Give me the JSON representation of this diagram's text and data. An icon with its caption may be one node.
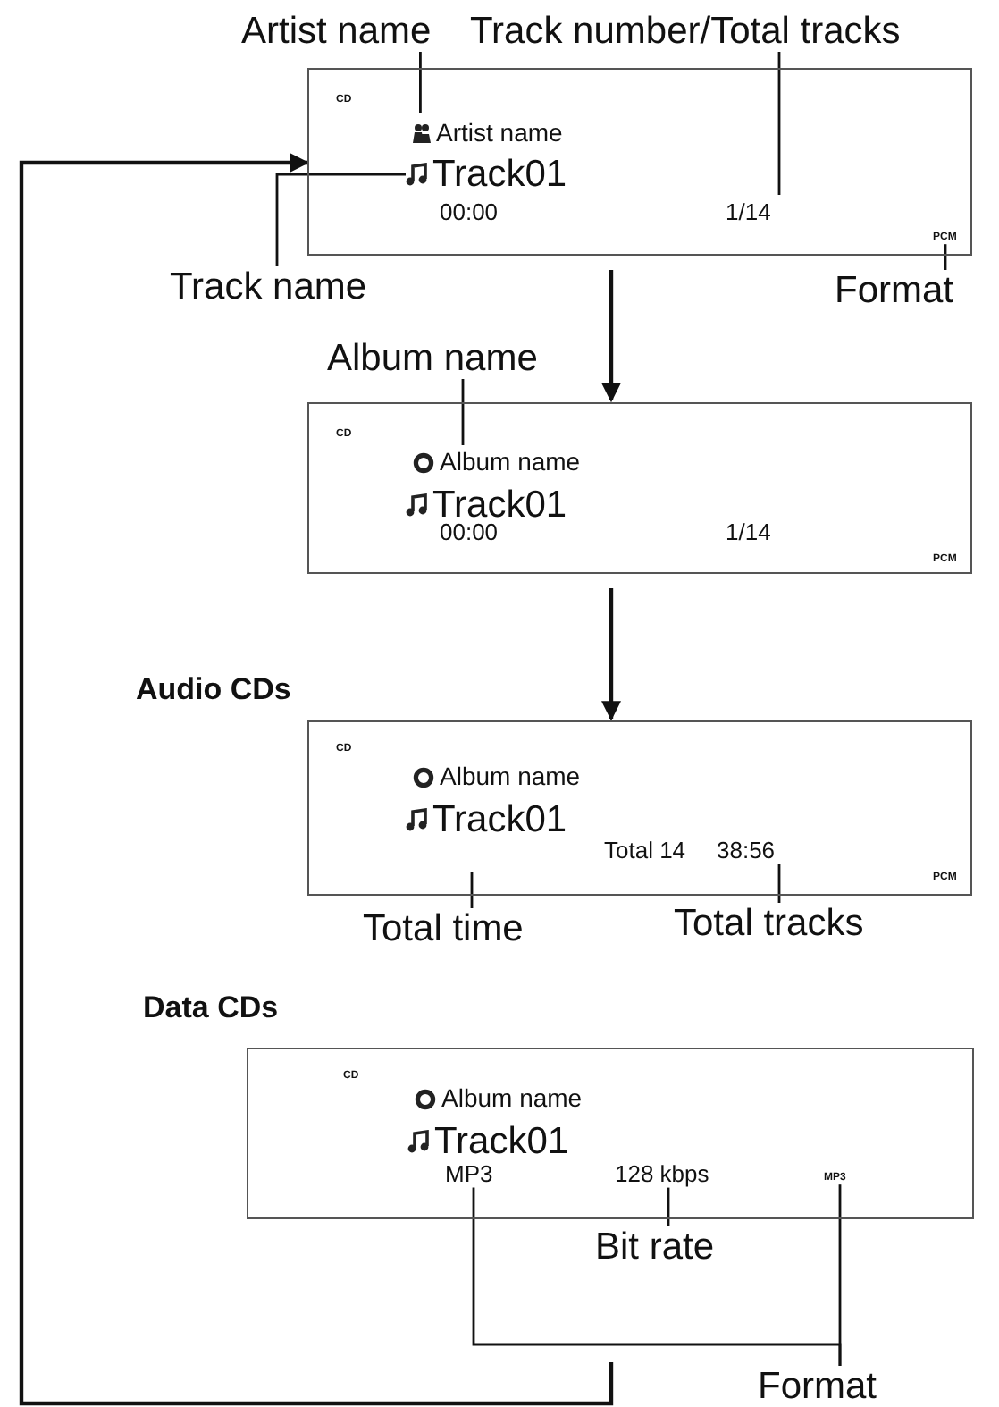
{
  "diagram": {
    "nodes": [
      {
        "text": [
          "CD",
          "00:00"
        ]
      },
      {
        "text": [
          "Artist name"
        ],
        "in": 0
      },
      {
        "text": [
          "Track01"
        ],
        "in": 0
      },
      {
        "text": [
          "1/14"
        ],
        "in": 0
      },
      {
        "text": [
          "PCM"
        ],
        "in": 0
      },
      {
        "text": [
          "Artist name"
        ]
      },
      {
        "text": [
          "Track number/Total tracks"
        ]
      },
      {
        "text": [
          "Track name"
        ]
      },
      {
        "text": [
          "Format"
        ]
      },
      {
        "text": [
          "Album name"
        ]
      },
      {
        "text": [
          "CD",
          "Track01",
          "00:00",
          "1/14",
          "PCM"
        ]
      },
      {
        "text": [
          "Album name"
        ],
        "in": 10
      },
      {
        "text": [
          "CD",
          "Album name",
          "Track01",
          "Total 14",
          "PCM"
        ]
      },
      {
        "text": [
          "38:56"
        ],
        "in": 12
      },
      {
        "text": [
          "Total time"
        ]
      },
      {
        "text": [
          "Total tracks"
        ]
      },
      {
        "text": [
          "CD",
          "Album name",
          "Track01"
        ]
      },
      {
        "text": [
          "MP3"
        ],
        "in": 16
      },
      {
        "text": [
          "128 kbps"
        ],
        "in": 16
      },
      {
        "text": [
          "MP3"
        ],
        "in": 16
      },
      {
        "text": [
          "Bit rate"
        ]
      },
      {
        "text": [
          "Format"
        ]
      }
    ],
    "edges": [
      {
        "from": 5,
        "to": 1,
        "arrow": "none"
      },
      {
        "from": 6,
        "to": 3,
        "arrow": "none"
      },
      {
        "from": 7,
        "to": 2,
        "arrow": "none"
      },
      {
        "from": 8,
        "to": 4,
        "arrow": "none"
      },
      {
        "from": 0,
        "to": 10,
        "arrow": "to"
      },
      {
        "from": 9,
        "to": 11,
        "arrow": "none"
      },
      {
        "from": 10,
        "to": 12,
        "arrow": "to"
      },
      {
        "from": 14,
        "to": null,
        "arrow": "none"
      },
      {
        "from": 15,
        "to": 13,
        "arrow": "none"
      },
      {
        "from": 20,
        "to": 18,
        "arrow": "none"
      },
      {
        "from": 21,
        "to": 17,
        "arrow": "none"
      },
      {
        "from": 21,
        "to": 19,
        "arrow": "none"
      },
      {
        "from": null,
        "to": 0,
        "arrow": "to"
      }
    ],
    "labels": [
      "Audio CDs",
      "Data CDs"
    ]
  }
}
